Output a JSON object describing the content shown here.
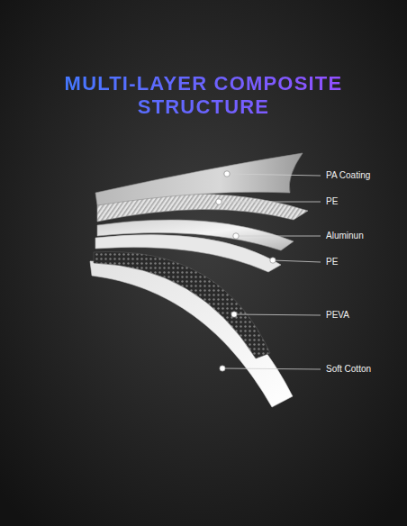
{
  "diagram": {
    "title": "MULTI-LAYER COMPOSITE STRUCTURE",
    "labels": [
      "PA Coating",
      "PE",
      "Aluminun",
      "PE",
      "PEVA",
      "Soft Cotton"
    ]
  }
}
